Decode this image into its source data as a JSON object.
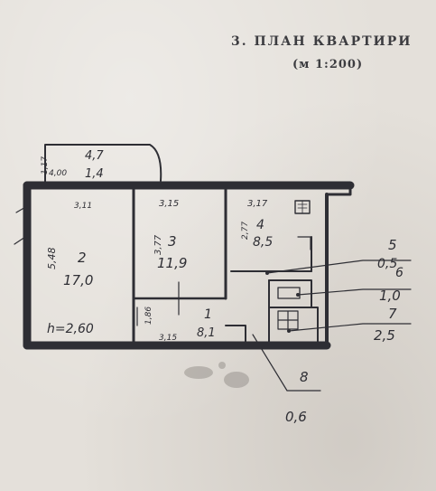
{
  "header": {
    "title": "3. ПЛАН КВАРТИРИ",
    "scale": "(м 1:200)"
  },
  "plan": {
    "ceiling_height": "h=2,60",
    "rooms": [
      {
        "number": "1",
        "area": "8,1"
      },
      {
        "number": "2",
        "area": "17,0"
      },
      {
        "number": "3",
        "area": "11,9"
      },
      {
        "number": "4",
        "area": "8,5"
      },
      {
        "number": "5",
        "area": "0,5"
      },
      {
        "number": "6",
        "area": "1,0"
      },
      {
        "number": "7",
        "area": "2,5"
      },
      {
        "number": "8",
        "area": "0,6"
      },
      {
        "number": "",
        "area": "1,4",
        "label_top": "4,7"
      }
    ],
    "dimensions": [
      "1,17",
      "4,00",
      "3,11",
      "3,15",
      "3,17",
      "5,48",
      "3,77",
      "2,77",
      "1,86",
      "3,15"
    ]
  },
  "colors": {
    "ink": "#2e2e34",
    "paper": "#e4e0da"
  }
}
